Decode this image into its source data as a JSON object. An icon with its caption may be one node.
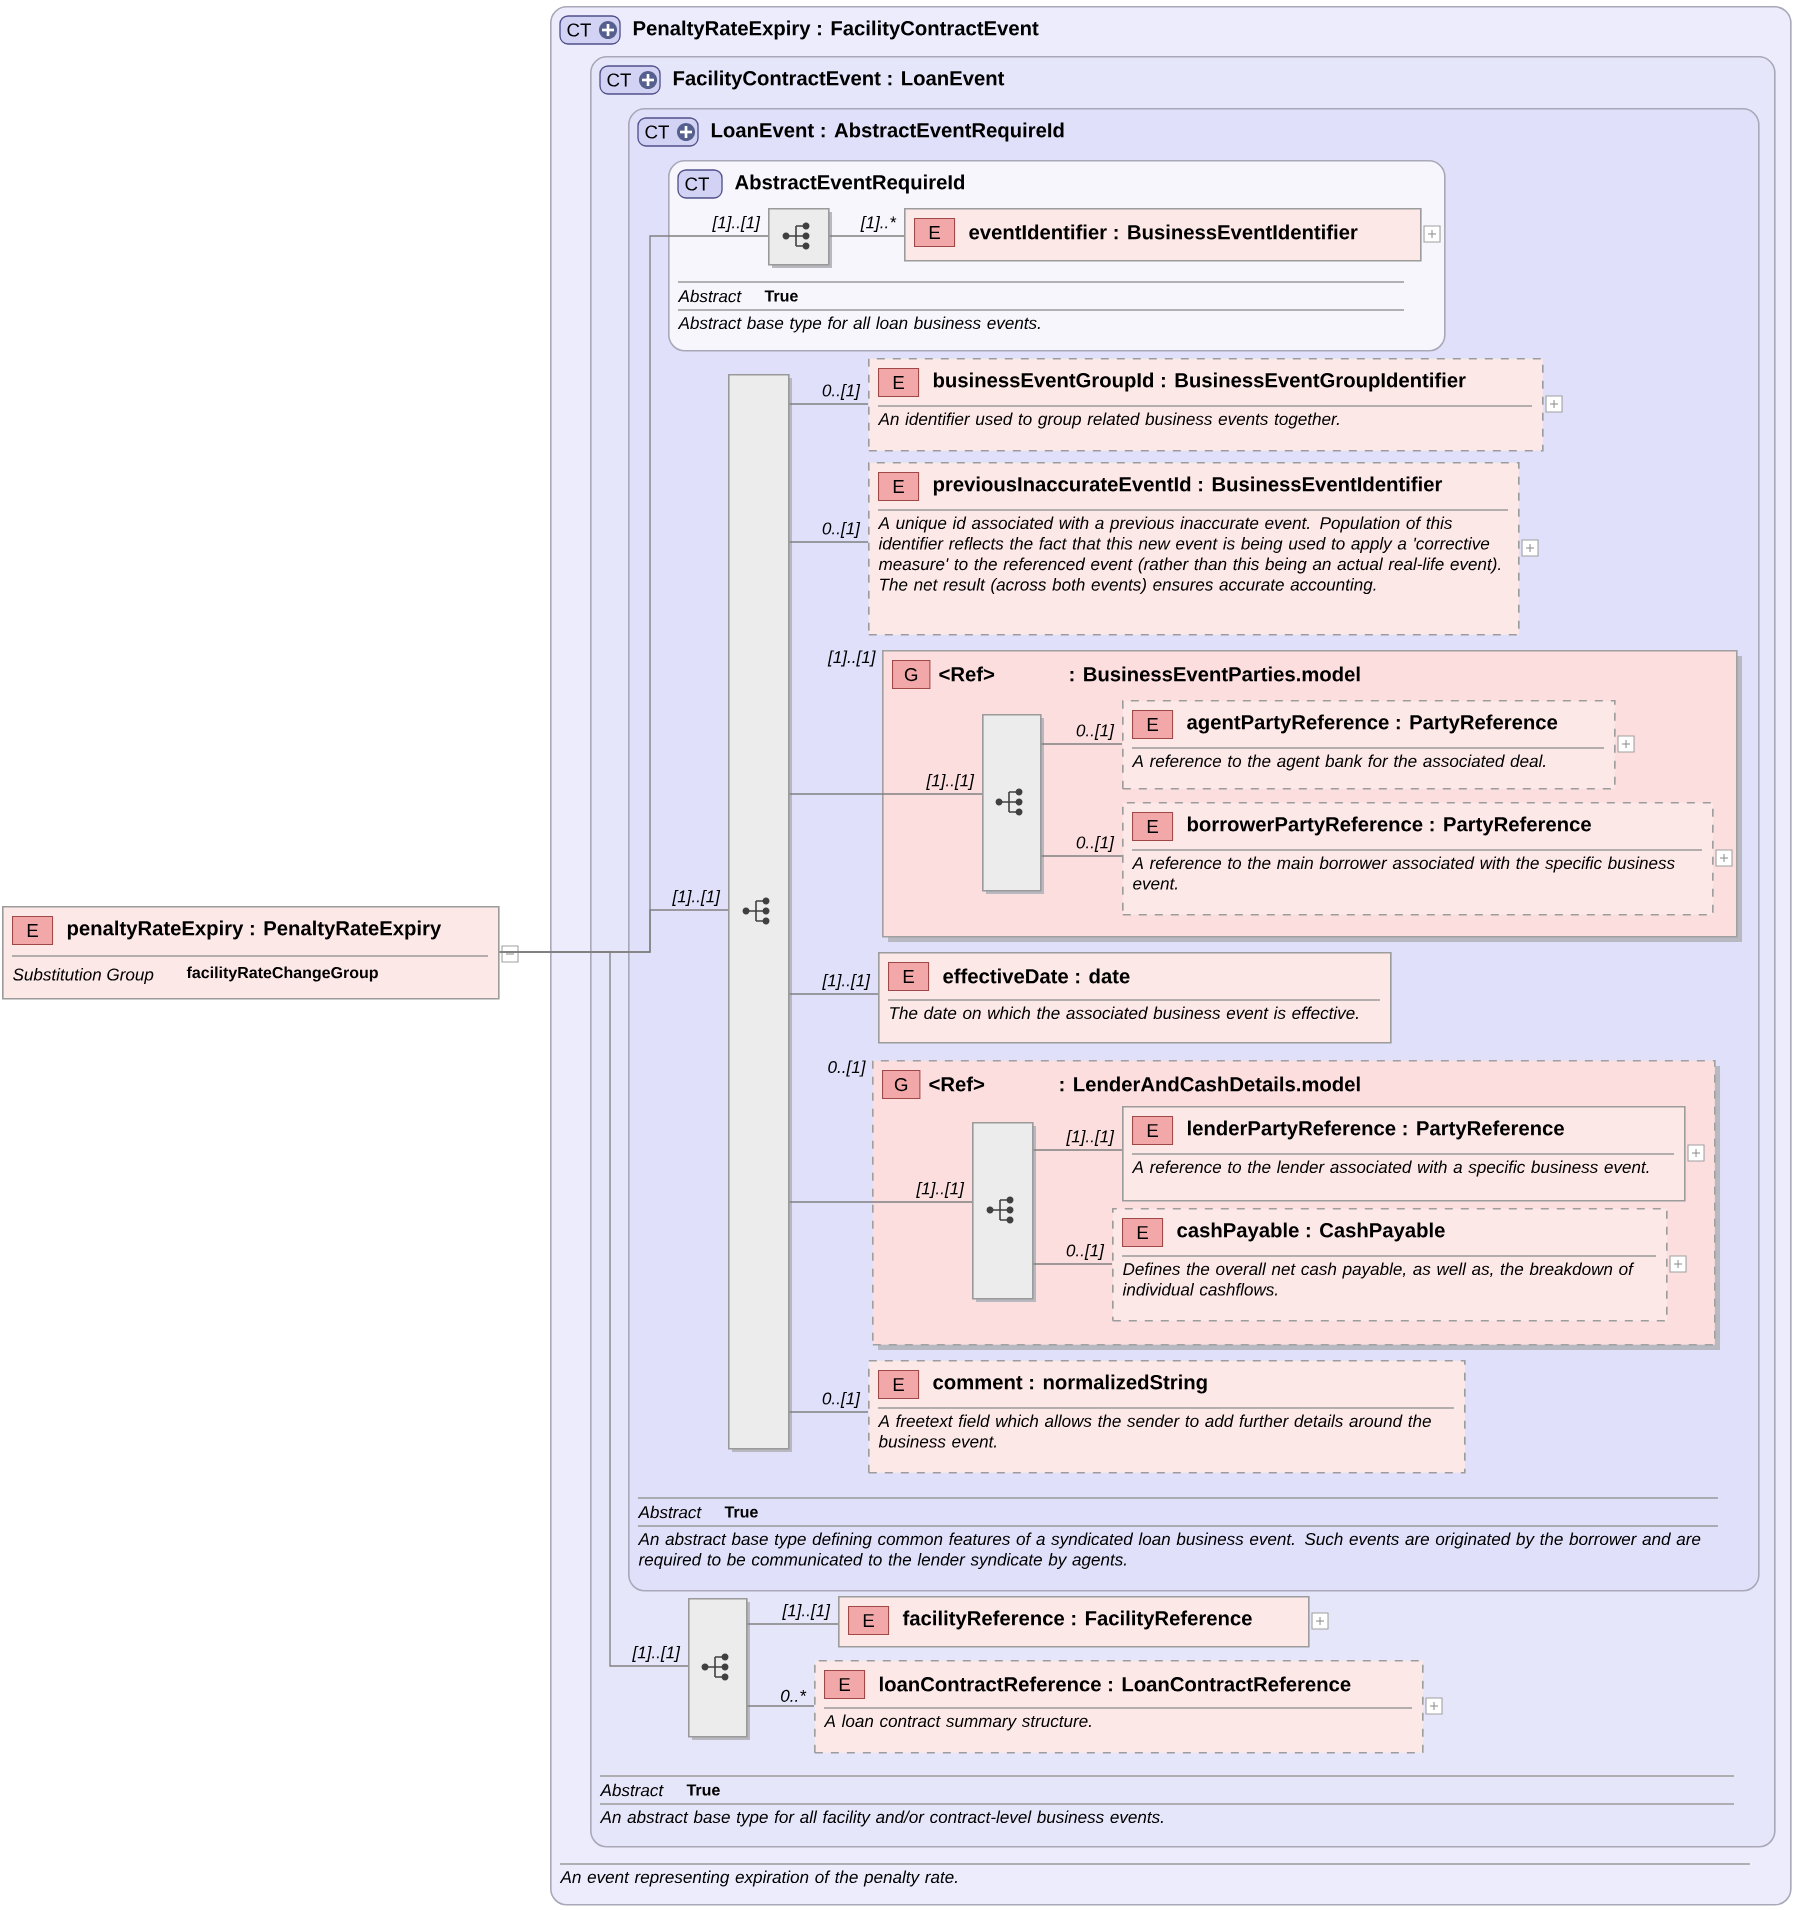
{
  "diagram": {
    "nodes": [
      {
        "text": [
          "E",
          "penaltyRateExpiry : PenaltyRateExpiry",
          "Substitution Group",
          "facilityRateChangeGroup"
        ]
      },
      {
        "text": [
          "CT",
          "PenaltyRateExpiry : FacilityContractEvent",
          "An event representing expiration of the penalty rate."
        ]
      },
      {
        "text": [
          "CT",
          "FacilityContractEvent : LoanEvent",
          "Abstract",
          "True",
          "An abstract base type for all facility and/or contract-level business events."
        ],
        "in": 1
      },
      {
        "text": [
          "CT",
          "LoanEvent : AbstractEventRequireId",
          "Abstract",
          "True",
          "An abstract base type defining common features of a syndicated loan business event. Such events are originated by the borrower and are required to be communicated to the lender syndicate by agents."
        ],
        "in": 2
      },
      {
        "text": [
          "CT",
          "AbstractEventRequireId",
          "Abstract",
          "True",
          "Abstract base type for all loan business events."
        ],
        "in": 3
      },
      {
        "text": [],
        "shape": "box",
        "in": 4
      },
      {
        "text": [
          "E",
          "eventIdentifier : BusinessEventIdentifier"
        ],
        "in": 4
      },
      {
        "text": [],
        "shape": "box",
        "in": 3
      },
      {
        "text": [
          "E",
          "businessEventGroupId : BusinessEventGroupIdentifier",
          "An identifier used to group related business events together."
        ],
        "in": 3
      },
      {
        "text": [
          "E",
          "previousInaccurateEventId : BusinessEventIdentifier",
          "A unique id associated with a previous inaccurate event. Population of this identifier reflects the fact that this new event is being used to apply a 'corrective measure' to the referenced event (rather than this being an actual real-life event). The net result (across both events) ensures accurate accounting."
        ],
        "in": 3
      },
      {
        "text": [
          "G",
          "<Ref>",
          ": BusinessEventParties.model"
        ],
        "beside": [
          "[1]..[1]"
        ],
        "in": 3
      },
      {
        "text": [],
        "shape": "box",
        "in": 10
      },
      {
        "text": [
          "E",
          "agentPartyReference : PartyReference",
          "A reference to the agent bank for the associated deal."
        ],
        "in": 10
      },
      {
        "text": [
          "E",
          "borrowerPartyReference : PartyReference",
          "A reference to the main borrower associated with the specific business event."
        ],
        "in": 10
      },
      {
        "text": [
          "E",
          "effectiveDate : date",
          "The date on which the associated business event is effective."
        ],
        "in": 3
      },
      {
        "text": [
          "G",
          "<Ref>",
          ": LenderAndCashDetails.model"
        ],
        "beside": [
          "0..[1]"
        ],
        "in": 3
      },
      {
        "text": [],
        "shape": "box",
        "in": 15
      },
      {
        "text": [
          "E",
          "lenderPartyReference : PartyReference",
          "A reference to the lender associated with a specific business event."
        ],
        "in": 15
      },
      {
        "text": [
          "E",
          "cashPayable : CashPayable",
          "Defines the overall net cash payable, as well as, the breakdown of individual cashflows."
        ],
        "in": 15
      },
      {
        "text": [
          "E",
          "comment : normalizedString",
          "A freetext field which allows the sender to add further details around the business event."
        ],
        "in": 3
      },
      {
        "text": [],
        "shape": "box",
        "in": 2
      },
      {
        "text": [
          "E",
          "facilityReference : FacilityReference"
        ],
        "in": 2
      },
      {
        "text": [
          "E",
          "loanContractReference : LoanContractReference",
          "A loan contract summary structure."
        ],
        "in": 2
      }
    ],
    "edges": [
      {
        "from": 0,
        "to": 5,
        "arrow": "none",
        "label": "[1]..[1]"
      },
      {
        "from": 0,
        "to": 7,
        "arrow": "none",
        "label": "[1]..[1]"
      },
      {
        "from": 0,
        "to": 20,
        "arrow": "none",
        "label": "[1]..[1]"
      },
      {
        "from": 5,
        "to": 6,
        "arrow": "none",
        "label": "[1]..*"
      },
      {
        "from": 7,
        "to": 8,
        "arrow": "none",
        "label": "0..[1]"
      },
      {
        "from": 7,
        "to": 9,
        "arrow": "none",
        "label": "0..[1]"
      },
      {
        "from": 7,
        "to": 11,
        "arrow": "none",
        "label": "[1]..[1]"
      },
      {
        "from": 7,
        "to": 14,
        "arrow": "none",
        "label": "[1]..[1]"
      },
      {
        "from": 7,
        "to": 16,
        "arrow": "none",
        "label": "[1]..[1]"
      },
      {
        "from": 7,
        "to": 19,
        "arrow": "none",
        "label": "0..[1]"
      },
      {
        "from": 11,
        "to": 12,
        "arrow": "none",
        "label": "0..[1]"
      },
      {
        "from": 11,
        "to": 13,
        "arrow": "none",
        "label": "0..[1]"
      },
      {
        "from": 16,
        "to": 17,
        "arrow": "none",
        "label": "[1]..[1]"
      },
      {
        "from": 16,
        "to": 18,
        "arrow": "none",
        "label": "0..[1]"
      },
      {
        "from": 20,
        "to": 21,
        "arrow": "none",
        "label": "[1]..[1]"
      },
      {
        "from": 20,
        "to": 22,
        "arrow": "none",
        "label": "0..*"
      }
    ]
  }
}
